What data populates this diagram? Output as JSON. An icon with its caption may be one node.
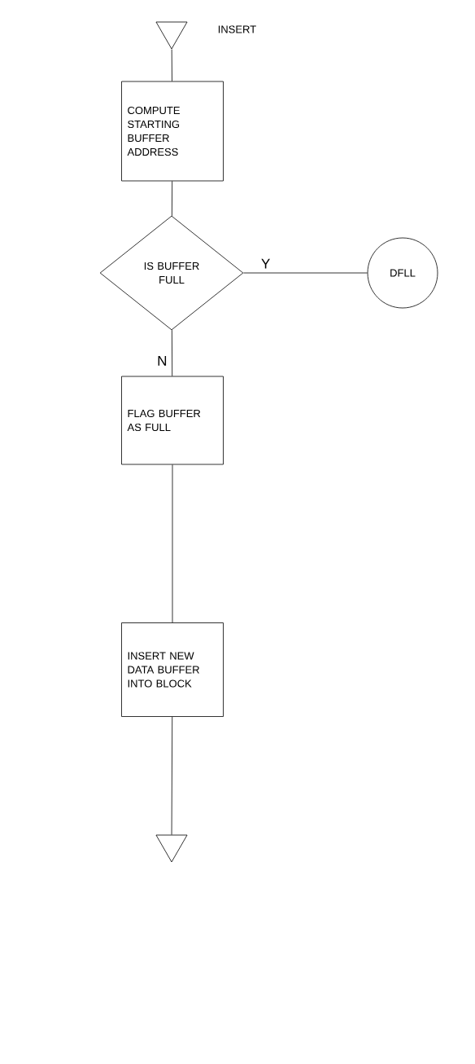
{
  "diagram": {
    "nodes": [
      {
        "text": [],
        "shape": "triangle",
        "beside": [
          "INSERT"
        ]
      },
      {
        "text": [
          "COMPUTE STARTING BUFFER ADDRESS"
        ]
      },
      {
        "text": [
          "IS BUFFER FULL"
        ]
      },
      {
        "text": [
          "DFLL"
        ]
      },
      {
        "text": [
          "FLAG BUFFER AS FULL"
        ]
      },
      {
        "text": [
          "INSERT NEW DATA BUFFER INTO BLOCK"
        ]
      },
      {
        "text": [],
        "shape": "triangle"
      }
    ],
    "edges": [
      {
        "from": 0,
        "to": 1,
        "arrow": "none"
      },
      {
        "from": 1,
        "to": 2,
        "arrow": "none"
      },
      {
        "from": 2,
        "to": 3,
        "arrow": "none",
        "label": "Y"
      },
      {
        "from": 2,
        "to": 4,
        "arrow": "none",
        "label": "N"
      },
      {
        "from": 4,
        "to": 5,
        "arrow": "none"
      },
      {
        "from": 5,
        "to": 6,
        "arrow": "none"
      }
    ]
  }
}
